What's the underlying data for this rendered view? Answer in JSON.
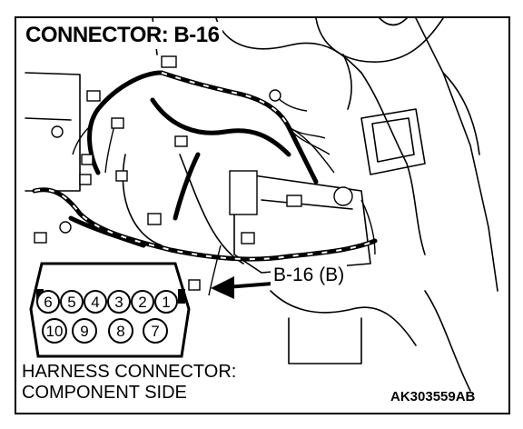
{
  "title": "CONNECTOR: B-16",
  "callout": "B-16 (B)",
  "connector_pins": {
    "top_row": [
      "6",
      "5",
      "4",
      "3",
      "2",
      "1"
    ],
    "bottom_row": [
      "10",
      "9",
      "8",
      "7"
    ]
  },
  "note": {
    "line1": "HARNESS CONNECTOR:",
    "line2": "COMPONENT SIDE"
  },
  "figure_id": "AK303559AB"
}
